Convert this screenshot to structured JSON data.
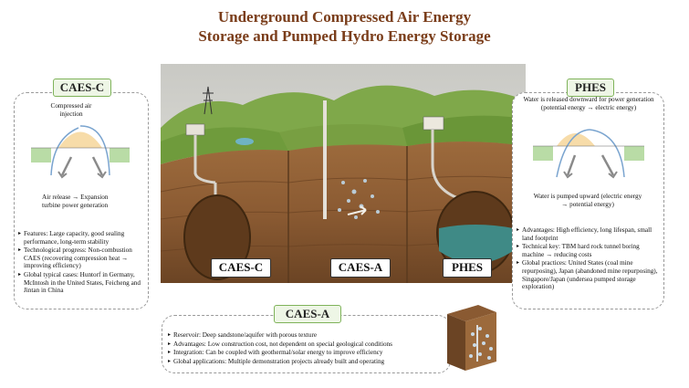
{
  "title": {
    "line1": "Underground Compressed Air Energy",
    "line2": "Storage and Pumped Hydro Energy Storage"
  },
  "caes_c": {
    "badge": "CAES-C",
    "label": "CAES-C",
    "compressed_air": "Compressed air injection",
    "air_release": "Air release → Expansion turbine power generation",
    "bullets": [
      "Features: Large capacity, good sealing performance, long-term stability",
      "Technological progress: Non-combustion CAES (recovering compression heat → improving efficiency)",
      "Global typical cases: Huntorf in Germany, McIntosh in the United States, Feicheng and Jintan in China"
    ]
  },
  "phes": {
    "badge": "PHES",
    "label": "PHES",
    "water_released": "Water is released downward for power generation (potential energy → electric energy)",
    "water_pumped": "Water is pumped upward (electric energy → potential energy)",
    "bullets": [
      "Advantages: High efficiency, long lifespan, small land footprint",
      "Technical key: TBM hard rock tunnel boring machine → reducing costs",
      "Global practices: United States (coal mine repurposing), Japan (abandoned mine repurposing), Singapore/Japan (undersea pumped storage exploration)"
    ]
  },
  "caes_a": {
    "badge": "CAES-A",
    "label": "CAES-A",
    "bullets": [
      "Reservoir: Deep sandstone/aquifer with porous texture",
      "Advantages: Low construction cost, not dependent on special geological conditions",
      "Integration: Can be coupled with geothermal/solar energy to improve efficiency",
      "Global applications: Multiple demonstration projects already built and operating"
    ]
  },
  "colors": {
    "title": "#7a3d1a",
    "badge_fill": "#eef6e6",
    "badge_border": "#7fb35a",
    "soil": "#8a5a32",
    "grass": "#6f9b3c",
    "water": "#3f8a86"
  }
}
